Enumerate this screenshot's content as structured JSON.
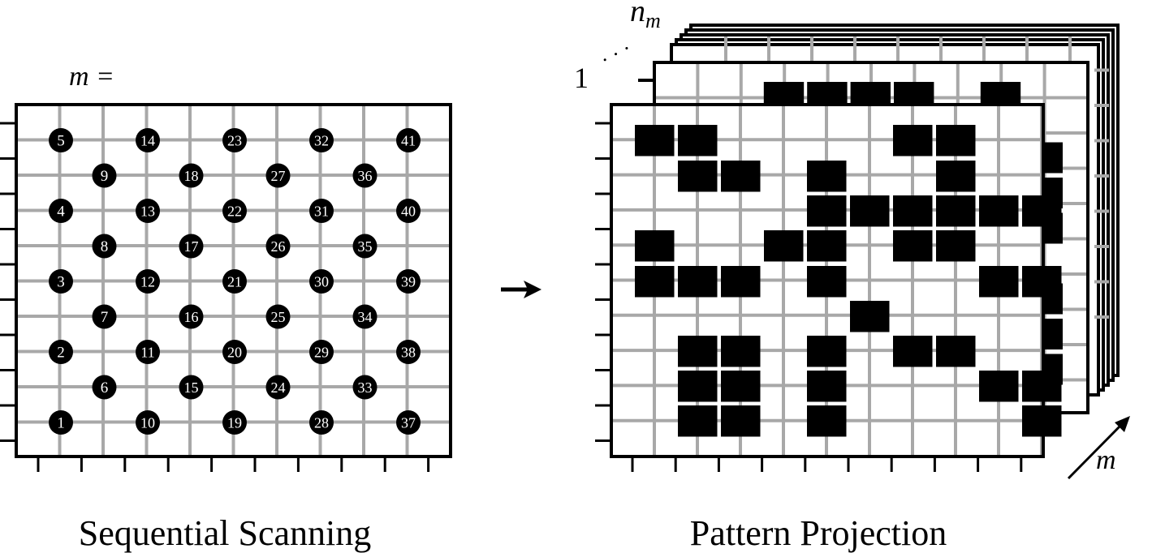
{
  "left_panel": {
    "label": "m =",
    "caption": "Sequential Scanning",
    "markers": [
      "5",
      "14",
      "23",
      "32",
      "41",
      "9",
      "18",
      "27",
      "36",
      "4",
      "13",
      "22",
      "31",
      "40",
      "8",
      "17",
      "26",
      "35",
      "3",
      "12",
      "21",
      "30",
      "39",
      "7",
      "16",
      "25",
      "34",
      "2",
      "11",
      "20",
      "29",
      "38",
      "6",
      "15",
      "24",
      "33",
      "1",
      "10",
      "19",
      "28",
      "37"
    ],
    "marker_rows": [
      0,
      0,
      0,
      0,
      0,
      1,
      1,
      1,
      1,
      2,
      2,
      2,
      2,
      2,
      3,
      3,
      3,
      3,
      4,
      4,
      4,
      4,
      4,
      5,
      5,
      5,
      5,
      6,
      6,
      6,
      6,
      6,
      7,
      7,
      7,
      7,
      8,
      8,
      8,
      8,
      8
    ],
    "marker_cols": [
      1,
      3,
      5,
      7,
      9,
      2,
      4,
      6,
      8,
      1,
      3,
      5,
      7,
      9,
      2,
      4,
      6,
      8,
      1,
      3,
      5,
      7,
      9,
      2,
      4,
      6,
      8,
      1,
      3,
      5,
      7,
      9,
      2,
      4,
      6,
      8,
      1,
      3,
      5,
      7,
      9
    ]
  },
  "right_panel": {
    "caption": "Pattern Projection",
    "stack_label_top": "n",
    "stack_label_top_sub": "m",
    "stack_label_ellipsis": "· · ·",
    "stack_label_bottom": "1",
    "axis_label": "m",
    "front_pattern": [
      "11000011000",
      "01101001000",
      "00001111110",
      "10011011000",
      "11101000110",
      "00000100000",
      "01101011000",
      "01101000110",
      "01101000010"
    ],
    "second_layer_top_row": "0011110100"
  },
  "colors": {
    "grid": "#a8a8a8",
    "ink": "#000000",
    "background": "#ffffff"
  }
}
